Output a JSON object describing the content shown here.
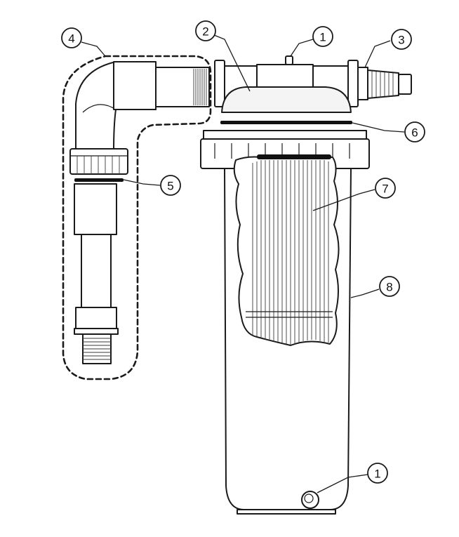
{
  "callouts": [
    {
      "id": "c1a",
      "label": "1"
    },
    {
      "id": "c2",
      "label": "2"
    },
    {
      "id": "c3",
      "label": "3"
    },
    {
      "id": "c4",
      "label": "4"
    },
    {
      "id": "c5",
      "label": "5"
    },
    {
      "id": "c6",
      "label": "6"
    },
    {
      "id": "c7",
      "label": "7"
    },
    {
      "id": "c8",
      "label": "8"
    },
    {
      "id": "c1b",
      "label": "1"
    }
  ],
  "colors": {
    "line": "#1a1a1a",
    "background": "#ffffff",
    "gasket": "#111111"
  }
}
